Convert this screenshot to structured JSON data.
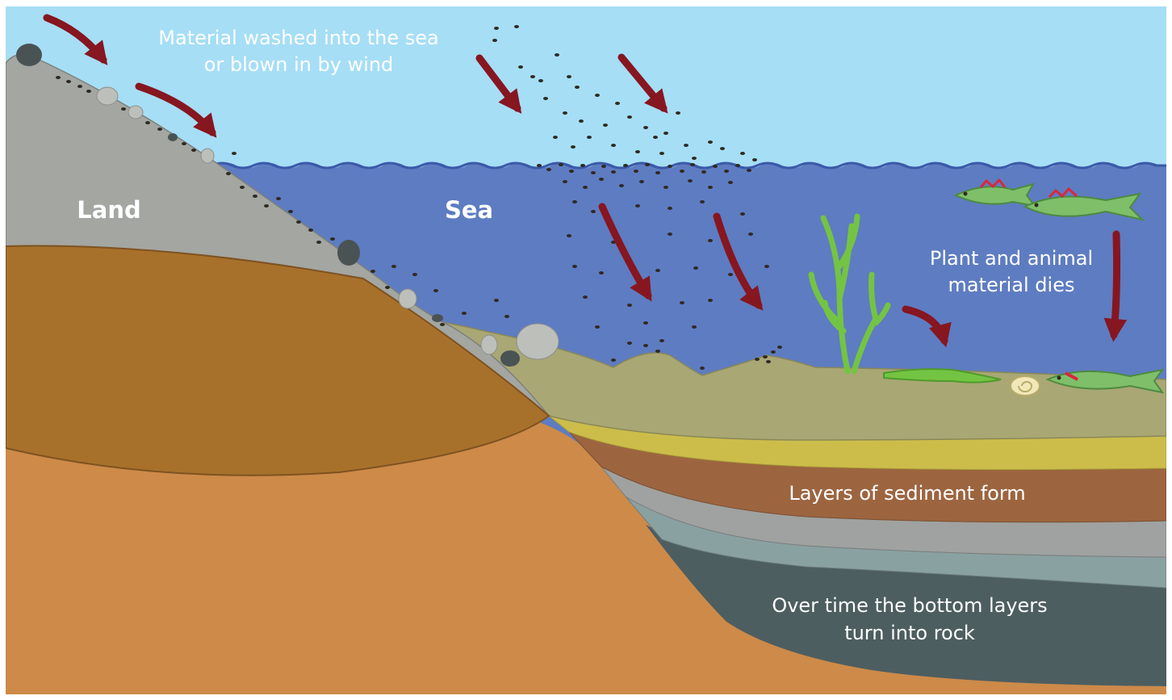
{
  "labels": {
    "material_line1": "Material washed into the sea",
    "material_line2": "or blown in by wind",
    "land": "Land",
    "sea": "Sea",
    "plant_line1": "Plant and animal",
    "plant_line2": "material dies",
    "layers": "Layers of sediment form",
    "rock_line1": "Over time the bottom layers",
    "rock_line2": "turn into rock"
  },
  "colors": {
    "sky": "#a6def6",
    "sea": "#5e7cc1",
    "wave_line": "#3a59a8",
    "land_grey": "#a3a6a1",
    "land_brown": "#a8712b",
    "ground_orange": "#cd8a49",
    "sediment_olive": "#a9a774",
    "sediment_yellow": "#ccbd4b",
    "sediment_brown": "#9c6540",
    "layer_grey": "#9fa2a0",
    "layer_teal": "#8aa1a2",
    "rock_dark": "#4d5e60",
    "arrow": "#861620",
    "plant_green": "#74c443",
    "fish_green": "#7fbf6a",
    "fish_red": "#d8283c",
    "particle": "#2f2a22"
  }
}
